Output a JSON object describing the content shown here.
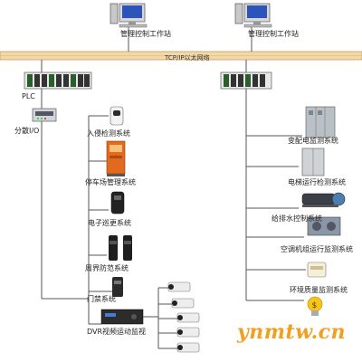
{
  "workstations": [
    {
      "label": "管理控制工作站"
    },
    {
      "label": "管理控制工作站"
    }
  ],
  "network": {
    "label": "TCP/IP以太网络"
  },
  "plc": {
    "label": "PLC"
  },
  "distributed_io": {
    "label": "分散I/O"
  },
  "left_systems": [
    {
      "label": "入侵检测系统"
    },
    {
      "label": "停车场管理系统"
    },
    {
      "label": "电子巡更系统"
    },
    {
      "label": "周界防范系统"
    },
    {
      "label": "门禁系统"
    },
    {
      "label": "DVR视频运动监视"
    }
  ],
  "right_systems": [
    {
      "label": "变配电监测系统"
    },
    {
      "label": "电梯运行检测系统"
    },
    {
      "label": "给排水控制系统"
    },
    {
      "label": "空调机组运行监测系统"
    },
    {
      "label": "环境质量监测系统"
    },
    {
      "label": ""
    }
  ],
  "watermark": "ynmtw.cn",
  "colors": {
    "bus": "#f3d9a8",
    "bus_border": "#c89c5c",
    "lines": "#444444"
  }
}
